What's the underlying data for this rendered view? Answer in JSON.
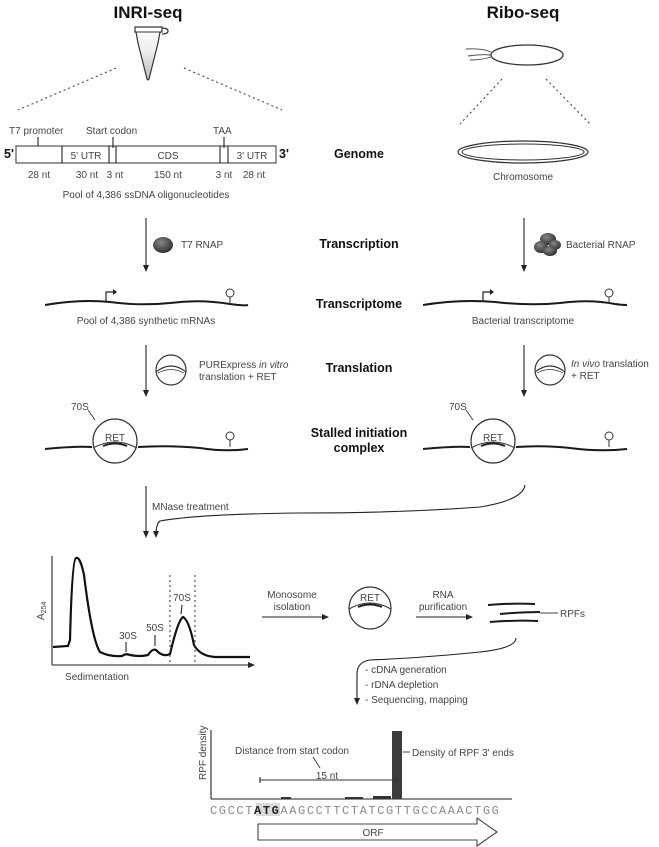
{
  "headers": {
    "left": "INRI-seq",
    "right": "Ribo-seq"
  },
  "stages": {
    "genome": "Genome",
    "transcription": "Transcription",
    "transcriptome": "Transcriptome",
    "translation": "Translation",
    "stalled_line1": "Stalled initiation",
    "stalled_line2": "complex"
  },
  "oligo": {
    "five_prime": "5'",
    "three_prime": "3'",
    "labels": {
      "t7_promoter": "T7 promoter",
      "start_codon": "Start codon",
      "taa": "TAA"
    },
    "segments": [
      {
        "name": "",
        "length": "28 nt"
      },
      {
        "name": "5' UTR",
        "length": "30 nt"
      },
      {
        "name": "",
        "length": "3 nt"
      },
      {
        "name": "CDS",
        "length": "150 nt"
      },
      {
        "name": "",
        "length": "3 nt"
      },
      {
        "name": "3' UTR",
        "length": "28 nt"
      }
    ],
    "caption": "Pool of 4,386 ssDNA oligonucleotides"
  },
  "ribo_genome": {
    "caption": "Chromosome"
  },
  "transcription": {
    "left_enzyme": "T7 RNAP",
    "right_enzyme": "Bacterial RNAP"
  },
  "transcriptome": {
    "left_caption": "Pool of 4,386 synthetic mRNAs",
    "right_caption": "Bacterial transcriptome"
  },
  "translation": {
    "left_line1_prefix": "PURExpress ",
    "left_line1_italic": "in vitro",
    "left_line2": "translation + RET",
    "right_line1_italic": "In vivo",
    "right_line1_suffix": " translation",
    "right_line2": "+ RET"
  },
  "stalled": {
    "ribosome_label": "70S",
    "drug_label": "RET"
  },
  "mnase": "MNase treatment",
  "gradient": {
    "ylabel_main": "A",
    "ylabel_sub": "254",
    "xlabel": "Sedimentation",
    "peaks": [
      "30S",
      "50S",
      "70S"
    ]
  },
  "monosome": {
    "step1_line1": "Monosome",
    "step1_line2": "isolation",
    "drug_label": "RET",
    "step2_line1": "RNA",
    "step2_line2": "purification",
    "rpfs": "RPFs"
  },
  "library_steps": [
    "- cDNA generation",
    "- rDNA depletion",
    "- Sequencing, mapping"
  ],
  "rpf_plot": {
    "ylabel": "RPF density",
    "distance_label": "Distance from start codon",
    "distance_value": "15 nt",
    "density_label": "Density of RPF 3' ends",
    "sequence_before": "CGCCT",
    "start_codon": "ATG",
    "sequence_after": "AAGCCTTCTATCGTTGCCAAACTGG",
    "orf_label": "ORF"
  }
}
